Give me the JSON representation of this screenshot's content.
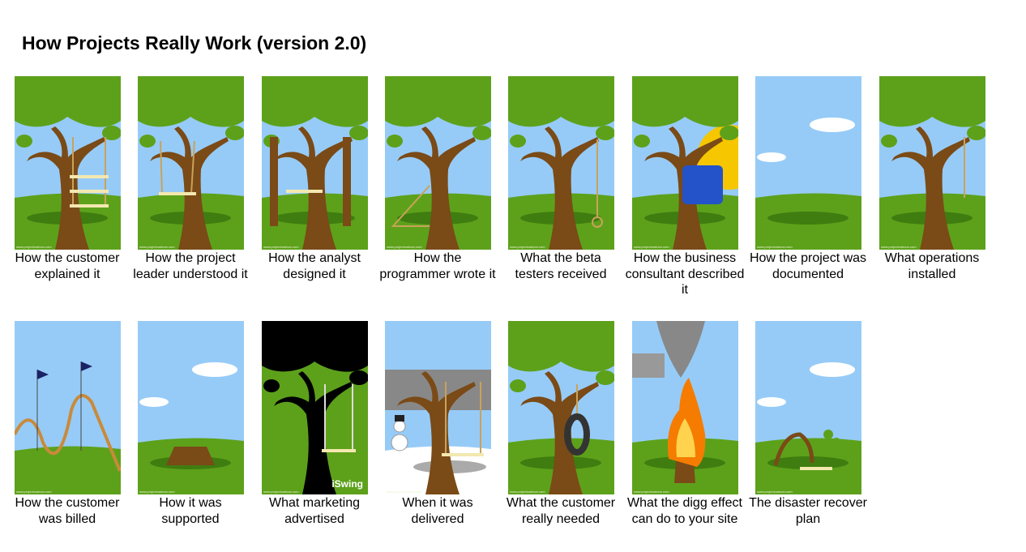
{
  "title": "How Projects Really Work (version 2.0)",
  "watermark": "www.projectcartoon.com",
  "panels": [
    {
      "caption": "How the customer explained it"
    },
    {
      "caption": "How the project leader understood it"
    },
    {
      "caption": "How the analyst designed it"
    },
    {
      "caption": "How the programmer wrote it"
    },
    {
      "caption": "What the beta testers received"
    },
    {
      "caption": "How the business consultant described it"
    },
    {
      "caption": "How the project was documented"
    },
    {
      "caption": "What operations installed"
    },
    {
      "caption": "How the customer was billed"
    },
    {
      "caption": "How it was supported"
    },
    {
      "caption": "What marketing advertised",
      "logo": "iSwing"
    },
    {
      "caption": "When it was delivered"
    },
    {
      "caption": "What the customer really needed"
    },
    {
      "caption": "What the digg effect can do to your site"
    },
    {
      "caption": "The disaster recover plan"
    }
  ]
}
